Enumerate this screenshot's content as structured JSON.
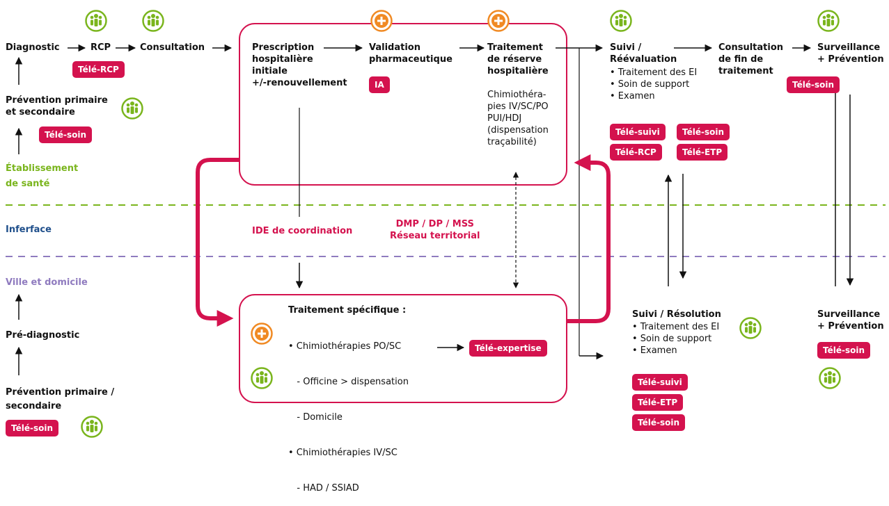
{
  "colors": {
    "accent_pink": "#d4124e",
    "green_zone": "#7ab51d",
    "blue_zone": "#1f4f8b",
    "purple_zone": "#8f7bbf",
    "orange_icon": "#f08a24"
  },
  "icons": {
    "team": "team-icon",
    "plus": "plus-icon"
  },
  "zones": {
    "etablissement": "Établissement\nde santé",
    "interface": "Inferface",
    "ville": "Ville et domicile"
  },
  "top_flow": {
    "diagnostic": "Diagnostic",
    "rcp": "RCP",
    "consultation": "Consultation",
    "tele_rcp": "Télé-RCP",
    "prevention": "Prévention primaire\net secondaire",
    "tele_soin": "Télé-soin"
  },
  "hospital_box": {
    "prescription": "Prescription\nhospitalière\ninitiale\n+/-renouvellement",
    "validation": "Validation\npharmaceutique",
    "ia": "IA",
    "traitement": "Traitement\nde réserve\nhospitalière",
    "chimio": "Chimiothéra-\npies IV/SC/PO\nPUI/HDJ\n(dispensation\ntraçabilité)"
  },
  "suivi_reeval": {
    "title": "Suivi /\nRéévaluation",
    "items": [
      "• Traitement des EI",
      "• Soin de support",
      "• Examen"
    ],
    "tags": [
      "Télé-suivi",
      "Télé-soin",
      "Télé-RCP",
      "Télé-ETP"
    ]
  },
  "consultation_fin": "Consultation\nde fin de\ntraitement",
  "surveillance_top": {
    "title": "Surveillance\n+ Prévention",
    "tag": "Télé-soin"
  },
  "interface_labels": {
    "ide": "IDE de coordination",
    "dmp": "DMP / DP / MSS\nRéseau territorial"
  },
  "ville_flow": {
    "pre_diagnostic": "Pré-diagnostic",
    "prevention": "Prévention primaire /\nsecondaire",
    "tele_soin": "Télé-soin"
  },
  "specific_box": {
    "title": "Traitement spécifique :",
    "lines": [
      "• Chimiothérapies PO/SC",
      "   - Officine > dispensation",
      "   - Domicile",
      "• Chimiothérapies IV/SC",
      "   - HAD / SSIAD"
    ],
    "tele_expertise": "Télé-expertise"
  },
  "suivi_resolution": {
    "title": "Suivi / Résolution",
    "items": [
      "• Traitement des EI",
      "• Soin de support",
      "• Examen"
    ],
    "tags": [
      "Télé-suivi",
      "Télé-ETP",
      "Télé-soin"
    ]
  },
  "surveillance_bottom": {
    "title": "Surveillance\n+ Prévention",
    "tag": "Télé-soin"
  }
}
